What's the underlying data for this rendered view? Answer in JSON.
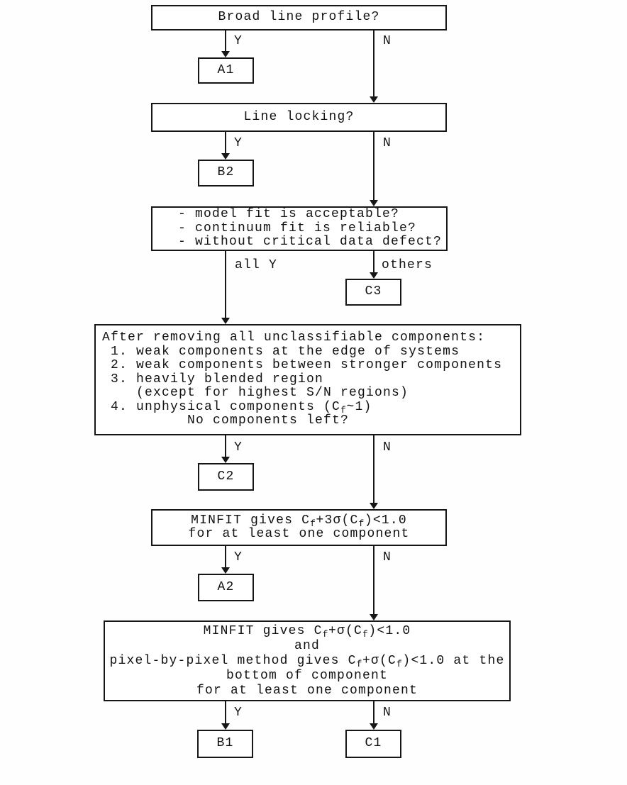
{
  "flowchart": {
    "nodes": {
      "q_broad": {
        "text": "Broad line profile?"
      },
      "a1": {
        "label": "A1"
      },
      "q_locking": {
        "text": "Line locking?"
      },
      "b2": {
        "label": "B2"
      },
      "q_fit": {
        "line1": "- model fit is acceptable?",
        "line2": "- continuum fit is reliable?",
        "line3": "- without critical data defect?"
      },
      "c3": {
        "label": "C3"
      },
      "q_removal": {
        "line1": "After removing all unclassifiable components:",
        "line2": " 1. weak components at the edge of systems",
        "line3": " 2. weak components between stronger components",
        "line4": " 3. heavily blended region",
        "line5": "    (except for highest S/N regions)",
        "line6_a": " 4. unphysical components (C",
        "line6_sub": "f",
        "line6_b": "~1)",
        "line7": "          No components left?"
      },
      "c2": {
        "label": "C2"
      },
      "q_minfit3sigma": {
        "line1_a": "MINFIT gives C",
        "line1_s1": "f",
        "line1_b": "+3σ(C",
        "line1_s2": "f",
        "line1_c": ")<1.0",
        "line2": "for at least one component"
      },
      "a2": {
        "label": "A2"
      },
      "q_minfit1sigma": {
        "line1_a": "MINFIT gives C",
        "line1_s1": "f",
        "line1_b": "+σ(C",
        "line1_s2": "f",
        "line1_c": ")<1.0",
        "line2": "and",
        "line3_a": "pixel-by-pixel method gives C",
        "line3_s1": "f",
        "line3_b": "+σ(C",
        "line3_s2": "f",
        "line3_c": ")<1.0 at the",
        "line4": "bottom of component",
        "line5": "for at least one component"
      },
      "b1": {
        "label": "B1"
      },
      "c1": {
        "label": "C1"
      }
    },
    "edges": {
      "broad_yes": "Y",
      "broad_no": "N",
      "locking_yes": "Y",
      "locking_no": "N",
      "fit_all_yes": "all Y",
      "fit_others": "others",
      "removal_yes": "Y",
      "removal_no": "N",
      "minfit3_yes": "Y",
      "minfit3_no": "N",
      "minfit1_yes": "Y",
      "minfit1_no": "N"
    },
    "colors": {
      "line": "#161616",
      "background": "#ffffff",
      "text": "#111111"
    }
  }
}
